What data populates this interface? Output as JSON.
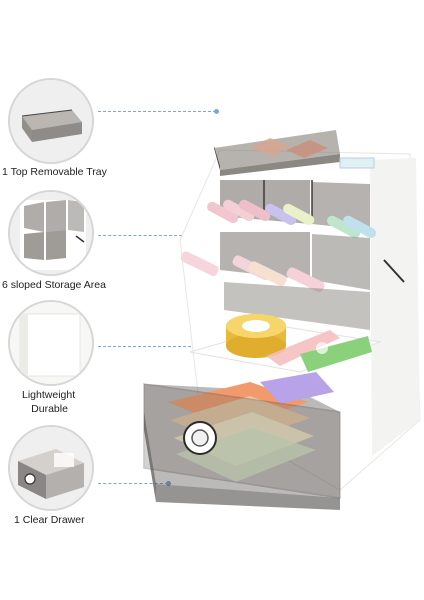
{
  "features": [
    {
      "label": "1 Top Removable Tray"
    },
    {
      "label": "6 sloped Storage Area"
    },
    {
      "label_line1": "Lightweight",
      "label_line2": "Durable"
    },
    {
      "label": "1 Clear Drawer"
    }
  ],
  "colors": {
    "leader": "#7da8d6",
    "organizer_body": "#ffffff",
    "smoke_acrylic": "#6b6660",
    "tape": "#f2c94c",
    "green_tape": "#8bd17c"
  }
}
